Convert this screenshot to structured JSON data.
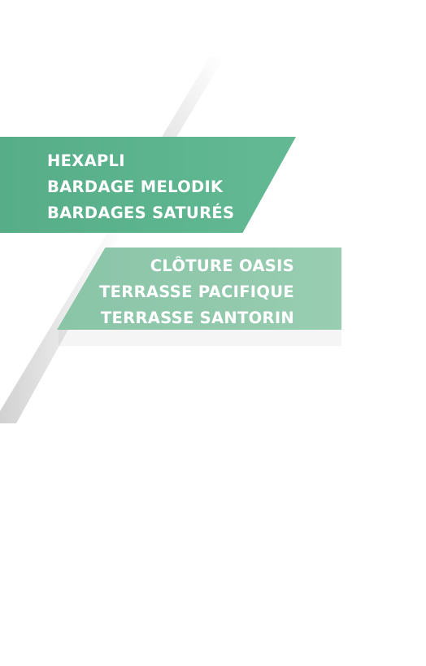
{
  "top_panel": {
    "items": [
      "HEXAPLI",
      "BARDAGE MELODIK",
      "BARDAGES SATURÉS"
    ]
  },
  "bottom_panel": {
    "items": [
      "CLÔTURE OASIS",
      "TERRASSE PACIFIQUE",
      "TERRASSE SANTORIN"
    ]
  },
  "colors": {
    "top_panel_green": "#5db58f",
    "bottom_panel_green": "#92c9ad",
    "text": "#ffffff",
    "background": "#ffffff"
  }
}
